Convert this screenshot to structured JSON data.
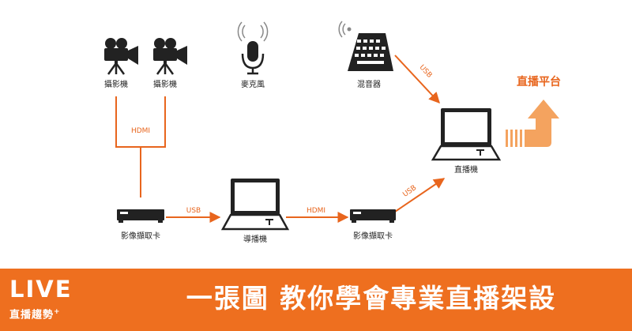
{
  "nodes": {
    "camera_1": "攝影機",
    "camera_2": "攝影機",
    "microphone": "麥克風",
    "mixer": "混音器",
    "capture_card_left": "影像擷取卡",
    "director_pc": "導播機",
    "capture_card_right": "影像擷取卡",
    "streaming_pc": "直播機"
  },
  "cables": {
    "cameras_to_capture": "HDMI",
    "capture_to_director": "USB",
    "director_to_capture": "HDMI",
    "capture_to_streaming": "USB",
    "mixer_to_streaming": "USB"
  },
  "platform_label": "直播平台",
  "banner": {
    "logo_text": "LIVE",
    "logo_subtitle": "直播趨勢",
    "logo_mark": "+",
    "title": "一張圖 教你學會專業直播架設"
  },
  "colors": {
    "accent": "#e8651d",
    "banner": "#ee6f1f",
    "device": "#222222",
    "platform_arrow": "#f4a35f"
  },
  "icons": [
    "camera-icon",
    "microphone-icon",
    "mixer-icon",
    "capture-card-icon",
    "laptop-icon",
    "upload-arrow-icon"
  ]
}
